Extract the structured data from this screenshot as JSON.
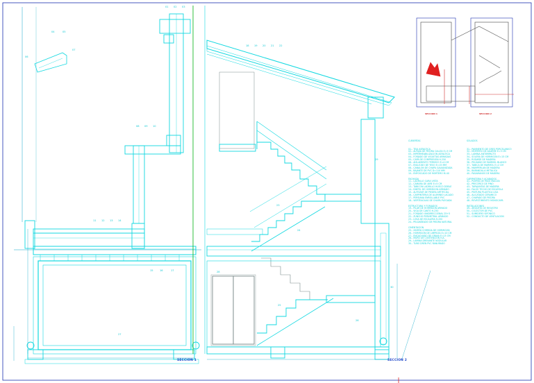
{
  "sheet": {
    "colors": {
      "structure": "#10d8e0",
      "dimension": "#0aa6c8",
      "frame": "#1a2fb0",
      "cut_line": "#19b82a",
      "accent": "#e02020"
    }
  },
  "section_labels": {
    "left": "SECCION 1",
    "right": "SECCION 2"
  },
  "key_plan": {
    "label_1": "SECCION 1",
    "label_2": "SECCION 2"
  },
  "notes": {
    "col1_title": "CUBIERTAS",
    "col1_body": "01.- TEJA ASFALTICA\n02.- ALFAJIA DE PIEDRA CALIZA E=3 CM\n03.- IMPERMEABILIZACION ASFALTICA\n04.- FORJADO DE VIGUETAS ARMADAS\n05.- CAPA DE COMPRESION H-250\n06.- AISLAMIENTO TERMICO E=4 CM\n07.- ENLUCIDO DE YESO E=15 MM\n08.- CANALON DE CHAPA GALVANIZADA\n09.- BAJANTE DE PVC D=110 MM\n10.- ENFOSCADO DE MORTERO M-40\n\nFACHADA\n11.- LADRILLO CARA VISTA\n12.- CAMARA DE AIRE E=5 CM\n13.- TABICON LADRILLO HUECO DOBLE\n14.- DINTEL DE HORMIGON ARMADO\n15.- ALFEIZAR DE PIEDRA ARTIFICIAL\n16.- CARPINTERIA DE ALUMINIO LACADO\n17.- PERSIANA ENROLLABLE PVC\n18.- VIERTEAGUAS DE CHAPA PLEGADA\n\nESTRUCTURA Y FORJADOS\n19.- PILAR DE HORMIGON ARMADO\n20.- VIGA DE CANTO H-250\n21.- FORJADO UNIDIRECCIONAL 25+5\n22.- ZUNCHO PERIMETRAL ARMADO\n23.- LOSA DE ESCALERA H-250\n24.- PELDAÑEADO DE PIEDRA NATURAL\n\nCIMENTACION\n25.- ZAPATA CORRIDA DE HORMIGON\n26.- HORMIGON DE LIMPIEZA E=10 CM\n27.- ENCACHADO DE GRAVA E=15 CM\n28.- MURO DE CONTENCION H.A.\n29.- LAMINA DRENANTE NODULAR\n30.- TUBO DREN PVC RANURADO",
    "col2_title": "SOLADOS",
    "col2_body": "31.- PAVIMENTO DE GRES PORCELANICO\n32.- MORTERO DE AGARRE E=3 CM\n33.- LAMINA ANTIIMPACTO\n34.- SOLERA DE HORMIGON E=15 CM\n35.- RODAPIE DE MADERA\n36.- PELDAÑO DE MARMOL BLANCO\n37.- TABICA DE MARMOL E=2 CM\n38.- MAMPERLAN DE MADERA\n39.- BARANDILLA METALICA\n40.- PASAMANOS DE MADERA\n\nCARPINTERIA Y ACABADOS\n41.- PUERTA DE PASO MACIZA\n42.- PRECERCO DE PINO\n43.- TAPAJUNTAS DE MADERA\n44.- FALSO TECHO DE ESCAYOLA\n45.- PINTURA PLASTICA LISA\n46.- ALICATADO CERAMICO\n47.- CHAPADO DE PIEDRA\n48.- REVESTIMIENTO MONOCAPA\n\nINSTALACIONES\n49.- ARQUETA DE REGISTRO\n50.- COLECTOR DE PVC\n51.- SUMIDERO SIFONICO\n52.- CONDUCTO DE VENTILACION"
  },
  "callouts": {
    "c01": "01",
    "c02": "02",
    "c03": "03",
    "c04": "04",
    "c05": "05",
    "c06": "06",
    "c07": "07",
    "c08": "08",
    "c09": "09",
    "c10": "10",
    "c11": "11",
    "c12": "12",
    "c13": "13",
    "c14": "14",
    "c15": "15",
    "c16": "16",
    "c17": "17",
    "c18": "18",
    "c19": "19",
    "c20": "20",
    "c21": "21",
    "c22": "22",
    "c23": "23",
    "c24": "24",
    "c25": "25",
    "c26": "26",
    "c27": "27",
    "c28": "28",
    "c29": "29",
    "c30": "30"
  }
}
